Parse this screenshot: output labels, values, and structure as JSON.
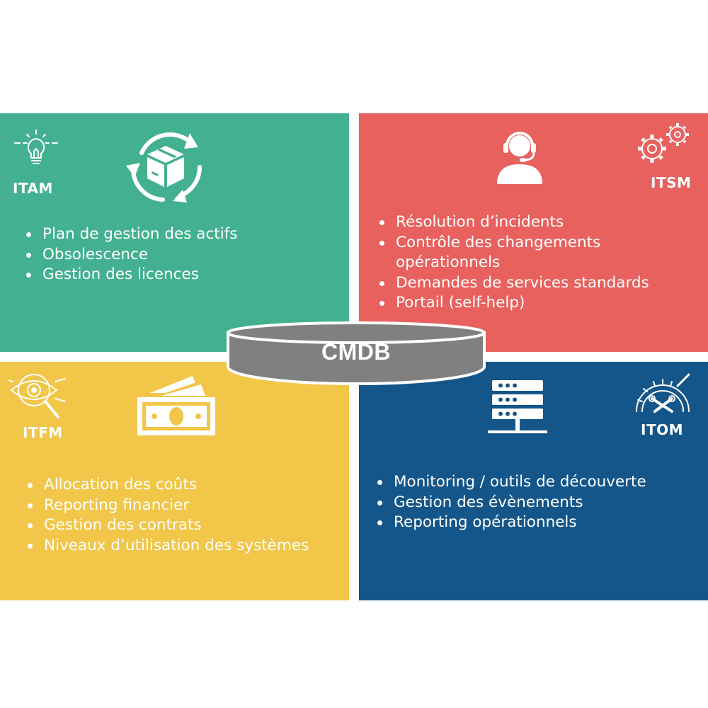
{
  "quadrants": {
    "itam": {
      "title": "ITAM",
      "color": "#43b18f",
      "icons": [
        "lightbulb-icon",
        "box-cycle-icon"
      ],
      "items": [
        "Plan de gestion des actifs",
        "Obsolescence",
        "Gestion des licences"
      ]
    },
    "itsm": {
      "title": "ITSM",
      "color": "#e8615e",
      "icons": [
        "support-agent-icon",
        "gears-icon"
      ],
      "items": [
        "Résolution d’incidents",
        "Contrôle des changements opérationnels",
        "Demandes de services standards",
        "Portail (self-help)"
      ]
    },
    "itfm": {
      "title": "ITFM",
      "color": "#f1c649",
      "icons": [
        "eye-magnifier-icon",
        "money-bills-icon"
      ],
      "items": [
        "Allocation des coûts",
        "Reporting financier",
        "Gestion des contrats",
        "Niveaux d’utilisation des systèmes"
      ]
    },
    "itom": {
      "title": "ITOM",
      "color": "#14568a",
      "icons": [
        "server-rack-icon",
        "gauge-tools-icon"
      ],
      "items": [
        "Monitoring / outils de découverte",
        "Gestion des évènements",
        "Reporting opérationnels"
      ]
    }
  },
  "center": {
    "title": "CMDB",
    "color": "#808080",
    "icon": "database-disk-icon"
  }
}
